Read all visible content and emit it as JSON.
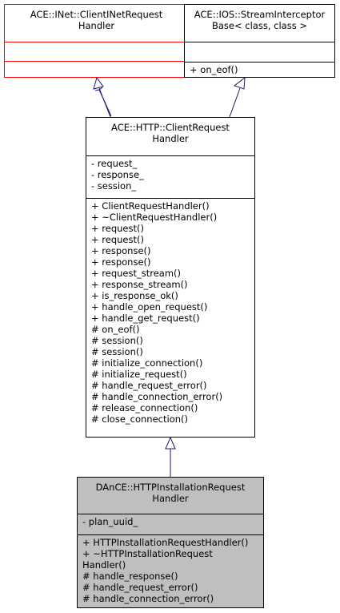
{
  "classes": {
    "inet_handler": {
      "title_lines": [
        "ACE::INet::ClientINetRequest",
        "Handler"
      ],
      "attributes": [],
      "methods": []
    },
    "stream_interceptor": {
      "title_lines": [
        "ACE::IOS::StreamInterceptor",
        "Base< class, class >"
      ],
      "attributes": [],
      "methods": [
        "+ on_eof()"
      ]
    },
    "http_client_handler": {
      "title_lines": [
        "ACE::HTTP::ClientRequest",
        "Handler"
      ],
      "attributes": [
        "- request_",
        "- response_",
        "- session_"
      ],
      "methods": [
        "+ ClientRequestHandler()",
        "+ ~ClientRequestHandler()",
        "+ request()",
        "+ request()",
        "+ response()",
        "+ response()",
        "+ request_stream()",
        "+ response_stream()",
        "+ is_response_ok()",
        "+ handle_open_request()",
        "+ handle_get_request()",
        "# on_eof()",
        "# session()",
        "# session()",
        "# initialize_connection()",
        "# initialize_request()",
        "# handle_request_error()",
        "# handle_connection_error()",
        "# release_connection()",
        "# close_connection()"
      ]
    },
    "dance_handler": {
      "title_lines": [
        "DAnCE::HTTPInstallationRequest",
        "Handler"
      ],
      "attributes": [
        "- plan_uuid_"
      ],
      "methods": [
        "+ HTTPInstallationRequestHandler()",
        "+ ~HTTPInstallationRequest",
        "Handler()",
        "# handle_response()",
        "# handle_request_error()",
        "# handle_connection_error()"
      ]
    }
  },
  "colors": {
    "highlight_border": "#ff0000",
    "arrow": "#191970",
    "focus_fill": "#bfbfbf"
  }
}
